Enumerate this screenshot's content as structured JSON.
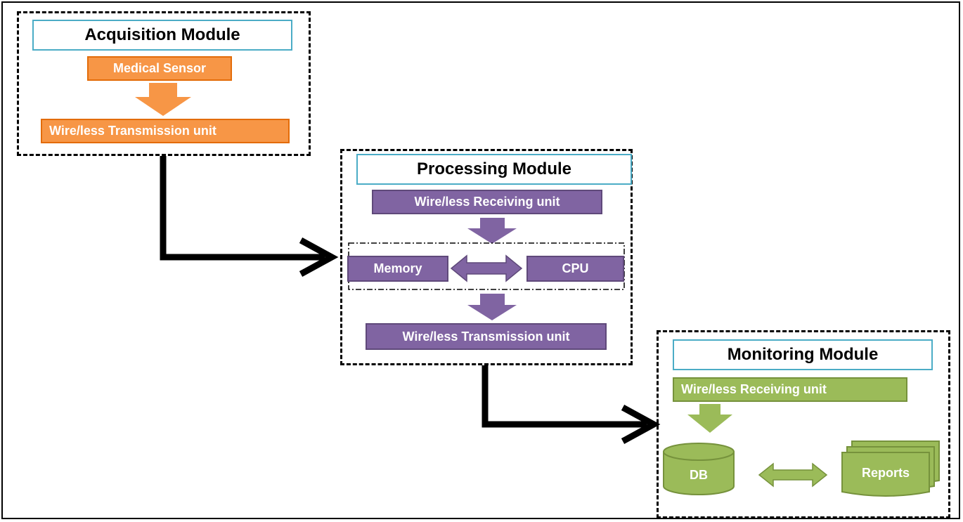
{
  "acquisition": {
    "title": "Acquisition Module",
    "sensor": "Medical Sensor",
    "transmission": "Wire/less Transmission unit"
  },
  "processing": {
    "title": "Processing Module",
    "receiving": "Wire/less Receiving unit",
    "memory": "Memory",
    "cpu": "CPU",
    "transmission": "Wire/less Transmission unit"
  },
  "monitoring": {
    "title": "Monitoring Module",
    "receiving": "Wire/less Receiving unit",
    "db": "DB",
    "reports": "Reports"
  },
  "colors": {
    "acquisition": "#f79646",
    "processing": "#8064a2",
    "monitoring": "#9bbb59",
    "title_border": "#4bacc6"
  }
}
